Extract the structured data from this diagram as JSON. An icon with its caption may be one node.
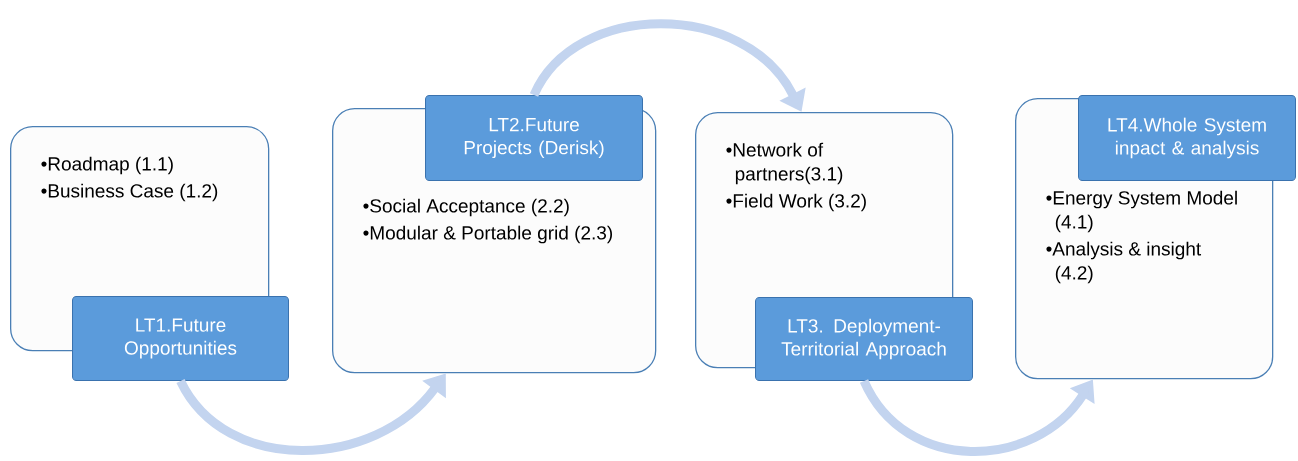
{
  "diagram": {
    "nodes": [
      {
        "text": [
          "•Roadmap (1.1)",
          "•Business Case (1.2)"
        ]
      },
      {
        "text": [
          "LT1.Future Opportunities"
        ]
      },
      {
        "text": [
          "•Social Acceptance (2.2)",
          "•Modular & Portable grid  (2.3)"
        ]
      },
      {
        "text": [
          "LT2.Future Projects (Derisk)"
        ]
      },
      {
        "text": [
          "•Network of partners(3.1)",
          "•Field Work (3.2)"
        ]
      },
      {
        "text": [
          "LT3. Deployment-Territorial Approach"
        ]
      },
      {
        "text": [
          "•Energy System Model (4.1)",
          "•Analysis & insight (4.2)"
        ]
      },
      {
        "text": [
          "LT4.Whole System inpact & analysis"
        ]
      }
    ],
    "edges": [
      {
        "from": 1,
        "to": 2,
        "arrow": "to"
      },
      {
        "from": 3,
        "to": 4,
        "arrow": "to"
      },
      {
        "from": 5,
        "to": 6,
        "arrow": "to"
      }
    ]
  }
}
